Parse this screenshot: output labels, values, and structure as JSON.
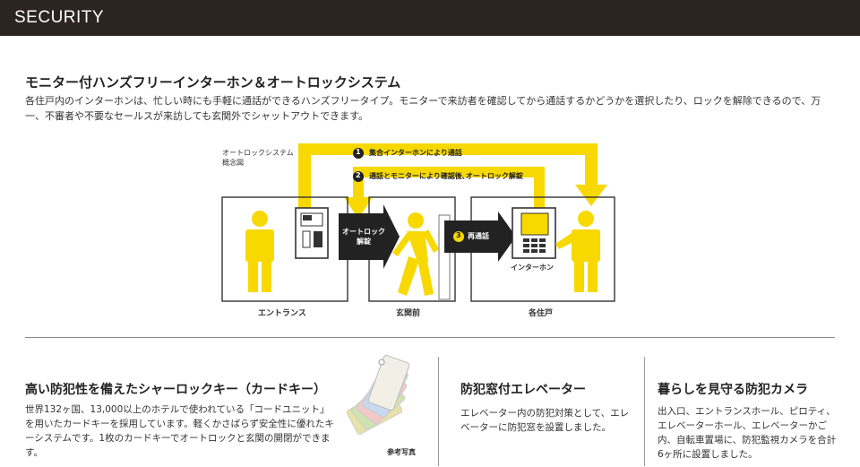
{
  "header": {
    "title": "SECURITY"
  },
  "section_autolock": {
    "title": "モニター付ハンズフリーインターホン＆オートロックシステム",
    "description": "各住戸内のインターホンは、忙しい時にも手軽に通話ができるハンズフリータイプ。モニターで来訪者を確認してから通話するかどうかを選択したり、ロックを解除できるので、万一、不審者や不要なセールスが来訪しても玄関外でシャットアウトできます。"
  },
  "diagram": {
    "caption_line1": "オートロックシステム",
    "caption_line2": "概念図",
    "step1_num": "1",
    "step1_text": "集合インターホンにより通話",
    "step2_num": "2",
    "step2_text": "通話とモニターにより確認後､オートロック解錠",
    "step3_num": "3",
    "step3_text": "再通話",
    "unlock_line1": "オートロック",
    "unlock_line2": "解錠",
    "intercom_label": "インターホン",
    "zone_entrance": "エントランス",
    "zone_front": "玄関前",
    "zone_unit": "各住戸",
    "accent_color": "#f7d800"
  },
  "card_key": {
    "title": "高い防犯性を備えたシャーロックキー（カードキー）",
    "text": "世界132ヶ国、13,000以上のホテルで使われている「コードユニット」を用いたカードキーを採用しています。軽くかさばらず安全性に優れたキーシステムです。1枚のカードキーでオートロックと玄関の開閉ができます。",
    "photo_caption": "参考写真"
  },
  "elevator": {
    "title": "防犯窓付エレベーター",
    "text": "エレベーター内の防犯対策として、エレベーターに防犯窓を設置しました。"
  },
  "camera": {
    "title": "暮らしを見守る防犯カメラ",
    "text": "出入口、エントランスホール、ピロティ、エレベーターホール、エレベーターかご内、自転車置場に、防犯監視カメラを合計6ヶ所に設置しました。"
  }
}
